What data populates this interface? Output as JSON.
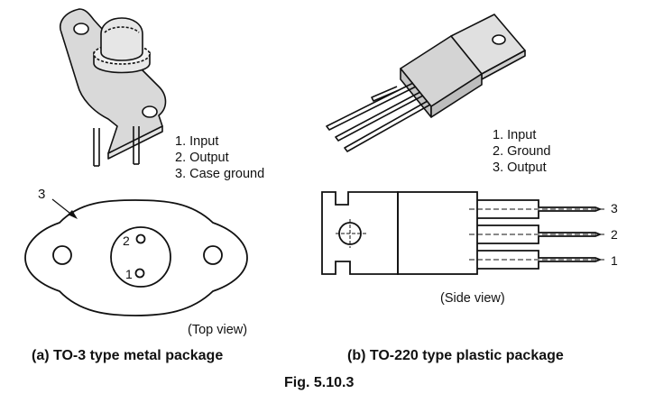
{
  "to3": {
    "pin_list": [
      "1. Input",
      "2. Output",
      "3. Case ground"
    ],
    "callout": "3",
    "pin_2": "2",
    "pin_1": "1",
    "view_label": "(Top view)",
    "caption": "(a) TO-3 type metal package"
  },
  "to220": {
    "pin_list": [
      "1. Input",
      "2. Ground",
      "3. Output"
    ],
    "pins": [
      "3",
      "2",
      "1"
    ],
    "view_label": "(Side view)",
    "caption": "(b) TO-220 type plastic package"
  },
  "figure_caption": "Fig. 5.10.3"
}
